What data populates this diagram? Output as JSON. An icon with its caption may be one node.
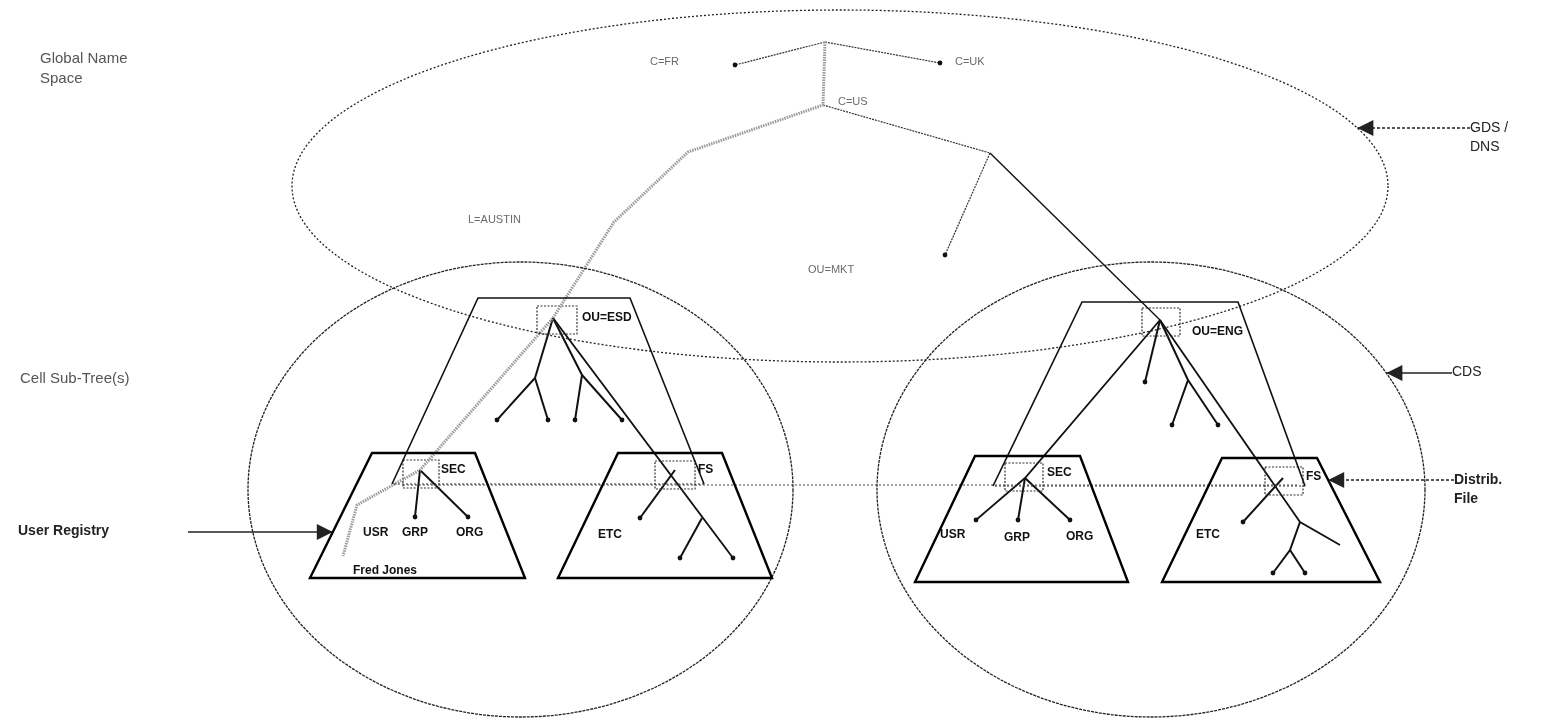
{
  "diagram": {
    "nodes": [
      {
        "text": [
          "C=FR",
          "C=UK",
          "C=US",
          "L=AUSTIN",
          "OU=MKT"
        ]
      },
      {
        "text": [],
        "shape": "circle"
      },
      {
        "text": [
          "OU=ESD"
        ],
        "in": 1
      },
      {
        "text": [
          "SEC",
          "USR",
          "GRP",
          "ORG",
          "Fred Jones"
        ],
        "in": 1
      },
      {
        "text": [
          "FS",
          "ETC"
        ],
        "in": 1
      },
      {
        "text": [],
        "shape": "circle"
      },
      {
        "text": [
          "OU=ENG"
        ],
        "in": 5
      },
      {
        "text": [
          "SEC",
          "USR",
          "GRP",
          "ORG"
        ],
        "in": 5
      },
      {
        "text": [
          "FS",
          "ETC"
        ],
        "in": 5
      },
      {
        "text": [
          "GDS / DNS"
        ]
      },
      {
        "text": [
          "CDS"
        ]
      },
      {
        "text": [
          "User Registry"
        ]
      },
      {
        "text": [
          "Distrib. File"
        ]
      }
    ],
    "edges": [
      {
        "from": 9,
        "to": 0,
        "arrow": "to",
        "style": "dashed"
      },
      {
        "from": 10,
        "to": 5,
        "arrow": "to"
      },
      {
        "from": 11,
        "to": 3,
        "arrow": "to"
      },
      {
        "from": 12,
        "to": 8,
        "arrow": "to",
        "style": "dashed"
      }
    ],
    "labels": [
      "Global Name Space",
      "Cell Sub-Tree(s)"
    ]
  }
}
